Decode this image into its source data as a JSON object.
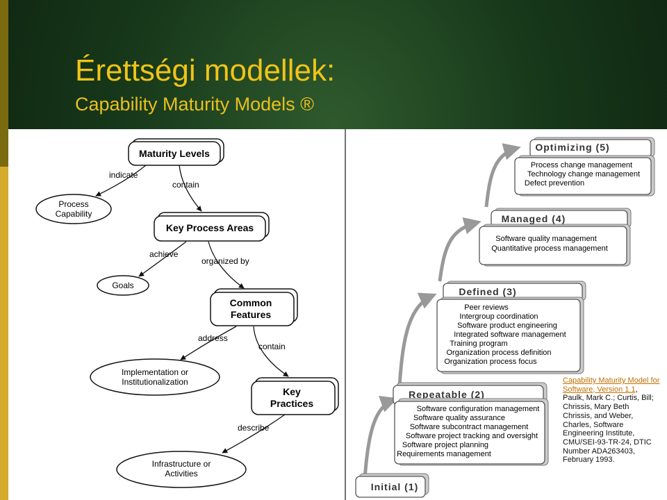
{
  "slide": {
    "title": "Érettségi modellek:",
    "subtitle": "Capability Maturity Models ®"
  },
  "left_diagram": {
    "maturity_levels": "Maturity Levels",
    "process_capability": [
      "Process",
      "Capability"
    ],
    "key_process_areas": "Key Process Areas",
    "goals": "Goals",
    "common_features": [
      "Common",
      "Features"
    ],
    "implementation": [
      "Implementation or",
      "Institutionalization"
    ],
    "key_practices": [
      "Key",
      "Practices"
    ],
    "infrastructure": [
      "Infrastructure or",
      "Activities"
    ],
    "labels": {
      "indicate": "indicate",
      "contain1": "contain",
      "achieve": "achieve",
      "organized_by": "organized by",
      "address": "address",
      "contain2": "contain",
      "describe": "describe"
    }
  },
  "staircase": {
    "optimizing": {
      "title": "Optimizing (5)",
      "items": [
        "Process change management",
        "Technology change management",
        "Defect prevention"
      ]
    },
    "managed": {
      "title": "Managed (4)",
      "items": [
        "Software quality management",
        "Quantitative process management"
      ]
    },
    "defined": {
      "title": "Defined (3)",
      "items": [
        "Peer reviews",
        "Intergroup coordination",
        "Software product engineering",
        "Integrated software management",
        "Training program",
        "Organization process definition",
        "Organization process focus"
      ]
    },
    "repeatable": {
      "title": "Repeatable (2)",
      "items": [
        "Software configuration management",
        "Software quality assurance",
        "Software subcontract management",
        "Software project tracking and oversight",
        "Software project planning",
        "Requirements management"
      ]
    },
    "initial": {
      "title": "Initial (1)"
    }
  },
  "citation": {
    "link_text": "Capability Maturity Model for Software, Version 1.1",
    "rest": ", Paulk, Mark C.; Curtis, Bill; Chrissis, Mary Beth Chrissis, and Weber, Charles, Software Engineering Institute, CMU/SEI-93-TR-24, DTIC Number ADA263403, February 1993."
  }
}
